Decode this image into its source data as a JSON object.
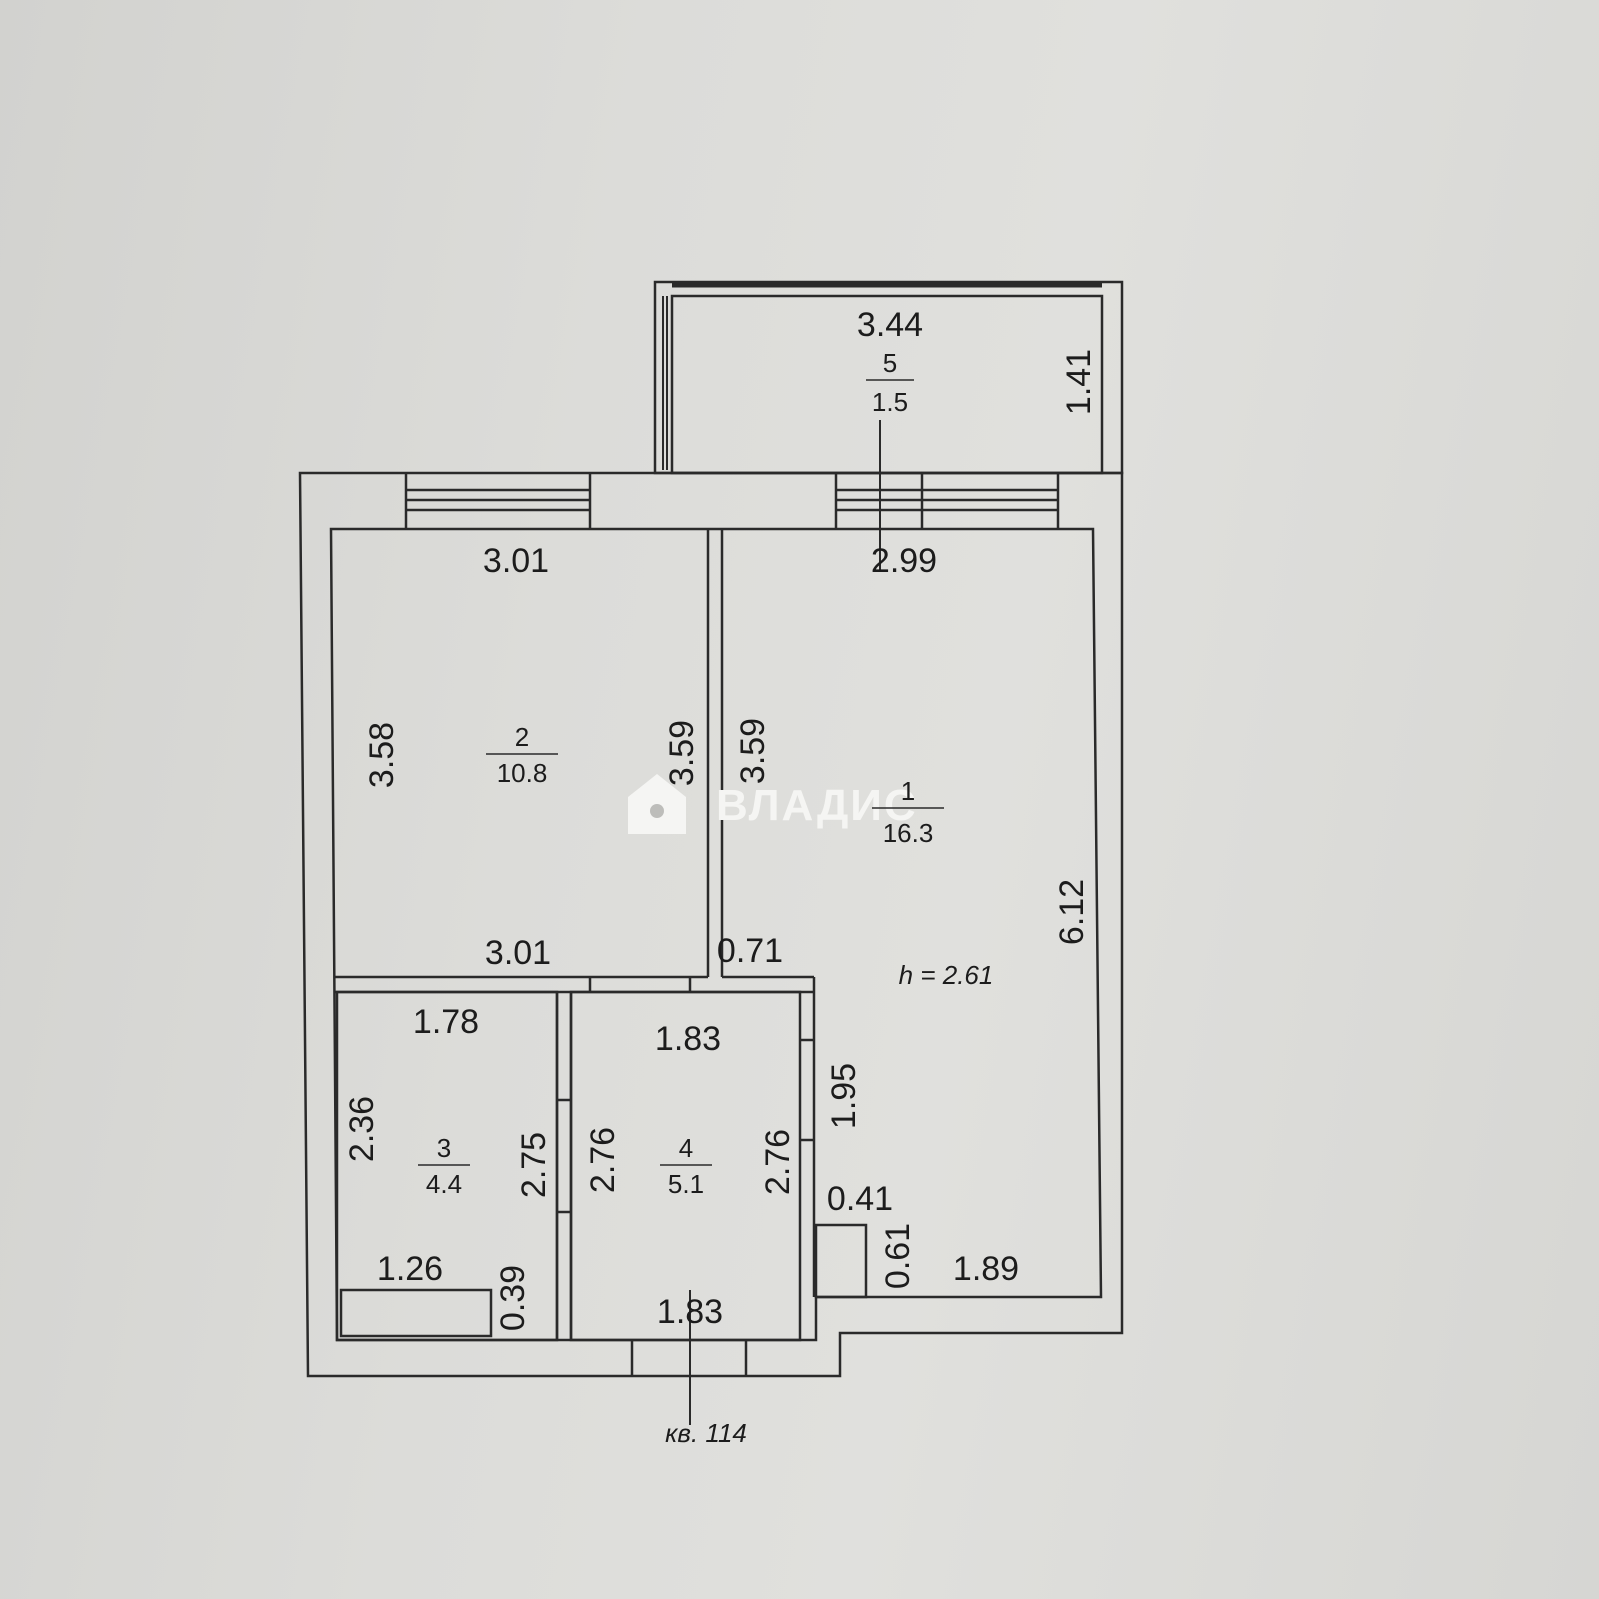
{
  "rooms": [
    {
      "num": "1",
      "area": "16.3"
    },
    {
      "num": "2",
      "area": "10.8"
    },
    {
      "num": "3",
      "area": "4.4"
    },
    {
      "num": "4",
      "area": "5.1"
    },
    {
      "num": "5",
      "area": "1.5"
    }
  ],
  "dims": {
    "balcony_len": "3.44",
    "balcony_depth": "1.41",
    "r2_top": "3.01",
    "r2_left": "3.58",
    "r2_right": "3.59",
    "r2_bottom": "3.01",
    "r1_top": "2.99",
    "r1_left": "3.59",
    "r1_right": "6.12",
    "r1_step": "0.71",
    "r1_corr": "1.95",
    "r1_niche_w": "0.41",
    "r1_niche_d": "0.61",
    "r1_bottom": "1.89",
    "r3_top": "1.78",
    "r3_left": "2.36",
    "r3_right": "2.75",
    "r3_fix_w": "1.26",
    "r3_fix_d": "0.39",
    "r4_top": "1.83",
    "r4_left": "2.76",
    "r4_right": "2.76",
    "r4_bottom": "1.83"
  },
  "height_label": "h = 2.61",
  "apartment_label": "кв. 114",
  "watermark": "ВЛАДИС",
  "colors": {
    "line": "#2a2a2a",
    "paper": "#dcdcd9",
    "watermark": "#f5f5f3"
  }
}
